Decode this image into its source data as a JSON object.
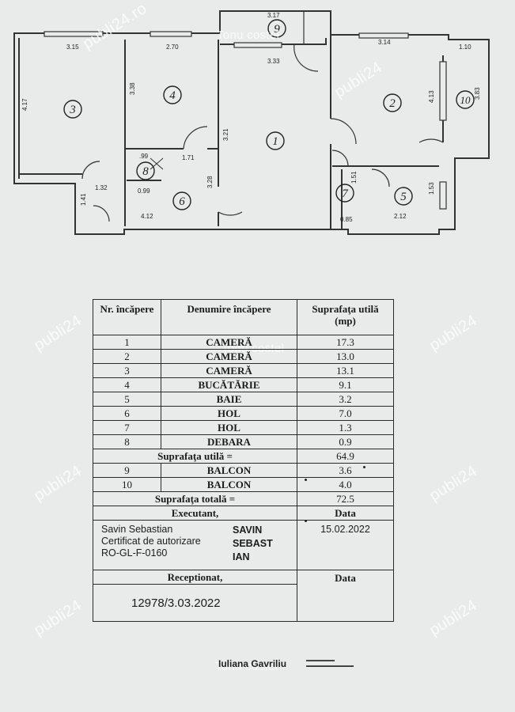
{
  "watermarks": {
    "owner": "Tonu costel",
    "site_tl": "publi24.ro",
    "site": "publi24"
  },
  "plan": {
    "rooms": [
      "1",
      "2",
      "3",
      "4",
      "5",
      "6",
      "7",
      "8",
      "9",
      "10"
    ],
    "dims": {
      "d9w": "3.17",
      "d1w": "3.33",
      "d3w": "3.15",
      "d4w": "2.70",
      "d2w": "3.14",
      "d10w": "1.10",
      "d3h": "4.17",
      "d4h": "3.38",
      "d1h": "3.21",
      "d2h": "4.13",
      "d10h": "3.83",
      "d8w": ".99",
      "d171": "1.71",
      "d8b": "0.99",
      "d132": "1.32",
      "d141": "1.41",
      "d328": "3.28",
      "d412": "4.12",
      "d085": "0.85",
      "d212": "2.12",
      "d153": "1.53",
      "d151": "1.51"
    }
  },
  "table": {
    "headers": {
      "nr": "Nr. încăpere",
      "name": "Denumire încăpere",
      "area": "Suprafaţa utilă (mp)"
    },
    "rows": [
      {
        "nr": "1",
        "name": "CAMERĂ",
        "area": "17.3"
      },
      {
        "nr": "2",
        "name": "CAMERĂ",
        "area": "13.0"
      },
      {
        "nr": "3",
        "name": "CAMERĂ",
        "area": "13.1"
      },
      {
        "nr": "4",
        "name": "BUCĂTĂRIE",
        "area": "9.1"
      },
      {
        "nr": "5",
        "name": "BAIE",
        "area": "3.2"
      },
      {
        "nr": "6",
        "name": "HOL",
        "area": "7.0"
      },
      {
        "nr": "7",
        "name": "HOL",
        "area": "1.3"
      },
      {
        "nr": "8",
        "name": "DEBARA",
        "area": "0.9"
      }
    ],
    "useful_label": "Suprafaţa utilă =",
    "useful_value": "64.9",
    "balconies": [
      {
        "nr": "9",
        "name": "BALCON",
        "area": "3.6"
      },
      {
        "nr": "10",
        "name": "BALCON",
        "area": "4.0"
      }
    ],
    "total_label": "Suprafaţa totală =",
    "total_value": "72.5",
    "exec_label": "Executant,",
    "date_label": "Data",
    "exec_lines": [
      "Savin Sebastian",
      "Certificat de autorizare",
      "RO-GL-F-0160"
    ],
    "stamp_lines": [
      "SAVIN",
      "SEBAST",
      "IAN"
    ],
    "exec_date": "15.02.2022",
    "recv_label": "Receptionat,",
    "recv_date_label": "Data",
    "recv_number": "12978/3.03.2022",
    "signer": "Iuliana Gavriliu"
  }
}
